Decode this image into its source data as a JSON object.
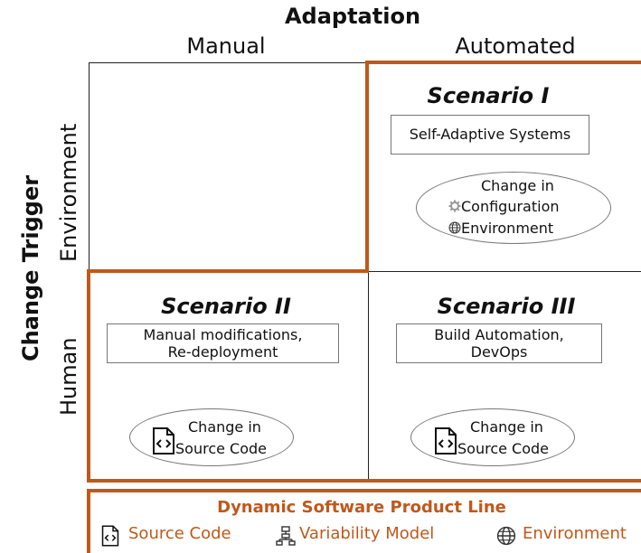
{
  "header": {
    "adaptation": "Adaptation",
    "manual": "Manual",
    "automated": "Automated"
  },
  "side": {
    "change_trigger": "Change Trigger",
    "environment": "Environment",
    "human": "Human"
  },
  "scenario1": {
    "title": "Scenario I",
    "box": "Self-Adaptive Systems",
    "ellipse_line1": "Change in",
    "ellipse_line2": "Configuration",
    "ellipse_line3": "Environment",
    "icon_config": "gear-icon",
    "icon_env": "globe-icon"
  },
  "scenario2": {
    "title": "Scenario II",
    "box_line1": "Manual modifications,",
    "box_line2": "Re-deployment",
    "ellipse_line1": "Change in",
    "ellipse_line2": "Source Code",
    "icon": "code-file-icon"
  },
  "scenario3": {
    "title": "Scenario III",
    "box_line1": "Build Automation,",
    "box_line2": "DevOps",
    "ellipse_line1": "Change in",
    "ellipse_line2": "Source Code",
    "icon": "code-file-icon"
  },
  "dspl": {
    "title": "Dynamic Software Product Line",
    "source_code": "Source Code",
    "variability_model": "Variability Model",
    "environment": "Environment",
    "icons": [
      "code-file-icon",
      "hierarchy-icon",
      "globe-icon"
    ]
  },
  "colors": {
    "accent": "#c0581b",
    "grid_line": "#222222"
  }
}
